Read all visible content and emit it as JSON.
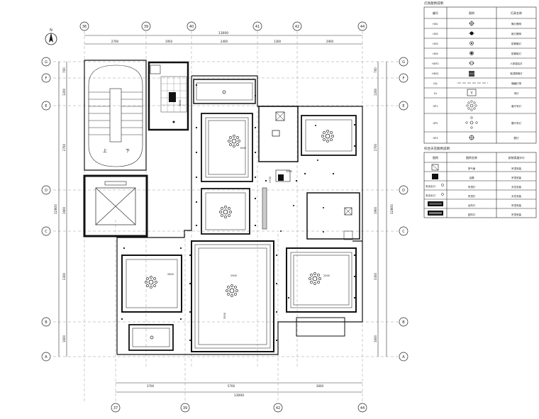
{
  "grid": {
    "top_axes": [
      "36",
      "39",
      "40",
      "41",
      "42",
      "44"
    ],
    "bottom_axes": [
      "37",
      "39",
      "42",
      "44"
    ],
    "left_axes": [
      "G",
      "F",
      "E",
      "D",
      "C",
      "B",
      "A"
    ],
    "right_axes": [
      "G",
      "F",
      "E",
      "D",
      "C",
      "B",
      "A"
    ]
  },
  "dimensions": {
    "top_total": "13000",
    "top_segments": [
      "2700",
      "1950",
      "2400",
      "1300",
      "2900"
    ],
    "bottom_total": "13000",
    "bottom_segments": [
      "3700",
      "5700",
      "3600"
    ],
    "left_total": "12800",
    "left_segments": [
      "700",
      "1200",
      "2700",
      "1900",
      "3300",
      "1600"
    ],
    "right_total": "12800",
    "right_segments": [
      "700",
      "1200",
      "2700",
      "1900",
      "3300",
      "1600"
    ]
  },
  "compass": {
    "label": "N"
  },
  "plan_labels": {
    "stair_up": "上",
    "stair_down": "下",
    "dims": [
      "1900",
      "2900",
      "3500",
      "2800",
      "2000",
      "1500",
      "2700",
      "1600"
    ]
  },
  "legend1": {
    "title": "灯具图例说明",
    "headers": [
      "编号",
      "图例",
      "灯具名称"
    ],
    "rows": [
      {
        "code": "HD1",
        "name": "筒灯照明"
      },
      {
        "code": "HD2",
        "name": "射灯照明"
      },
      {
        "code": "HD3",
        "name": "防雾筒灯"
      },
      {
        "code": "HD4",
        "name": "防雾射灯"
      },
      {
        "code": "HDF2",
        "name": "人体感应灯"
      },
      {
        "code": "HDS1",
        "name": "吸顶照明灯"
      },
      {
        "code": "GJ1",
        "name": "暗藏灯带"
      },
      {
        "code": "X1",
        "name": "吊灯"
      },
      {
        "code": "GP1",
        "name": "客厅吊灯"
      },
      {
        "code": "GP2",
        "name": "餐厅吊灯"
      },
      {
        "code": "GP3",
        "name": "壁灯"
      }
    ]
  },
  "legend2": {
    "title": "综合天花图例说明",
    "headers": [
      "图例",
      "图例名称",
      "安装高度(m)"
    ],
    "rows": [
      {
        "name": "排气扇",
        "height": "吊顶安装"
      },
      {
        "name": "浴霸",
        "height": "吊顶安装"
      },
      {
        "label": "安全出口",
        "name": "吊顶灯",
        "height": "天花安装"
      },
      {
        "label": "安全出口",
        "name": "吊顶灯",
        "height": "天花安装"
      },
      {
        "name": "出风口",
        "height": "吊顶安装"
      },
      {
        "name": "回风口",
        "height": "吊顶安装"
      }
    ]
  }
}
